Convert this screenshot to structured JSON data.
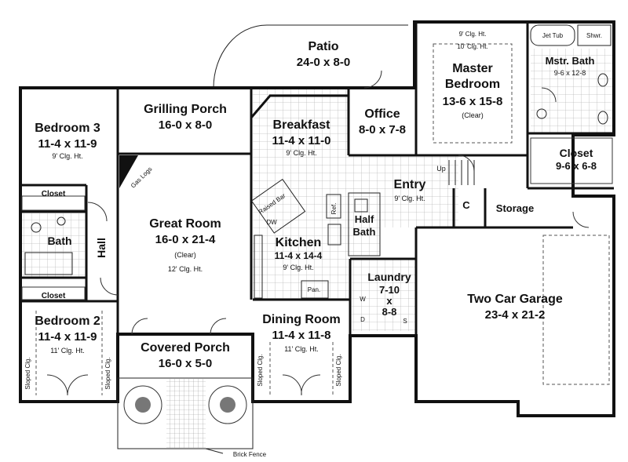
{
  "rooms": {
    "patio": {
      "name": "Patio",
      "dim": "24-0 x 8-0"
    },
    "grilling_porch": {
      "name": "Grilling Porch",
      "dim": "16-0 x 8-0"
    },
    "bedroom3": {
      "name": "Bedroom 3",
      "dim": "11-4 x 11-9",
      "note": "9' Clg. Ht."
    },
    "breakfast": {
      "name": "Breakfast",
      "dim": "11-4 x 11-0",
      "note": "9' Clg. Ht."
    },
    "office": {
      "name": "Office",
      "dim": "8-0 x 7-8"
    },
    "master": {
      "name1": "Master",
      "name2": "Bedroom",
      "dim": "13-6 x 15-8",
      "note": "(Clear)",
      "clg1": "9' Clg. Ht.",
      "clg2": "10' Clg. Ht."
    },
    "mstr_bath": {
      "name": "Mstr. Bath",
      "dim": "9-6 x 12-8",
      "jet_tub": "Jet Tub",
      "shower": "Shwr."
    },
    "closet_master": {
      "name": "Closet",
      "dim": "9-6 x 6-8"
    },
    "entry": {
      "name": "Entry",
      "note": "9' Clg. Ht.",
      "up": "Up"
    },
    "coat": {
      "name": "C"
    },
    "storage": {
      "name": "Storage"
    },
    "great_room": {
      "name": "Great Room",
      "dim": "16-0 x 21-4",
      "note1": "(Clear)",
      "note2": "12' Clg. Ht.",
      "gas_logs": "Gas Logs"
    },
    "kitchen": {
      "name": "Kitchen",
      "dim": "11-4 x 14-4",
      "note": "9' Clg. Ht.",
      "raised_bar": "Raised Bar",
      "dw": "DW",
      "ref": "Ref.",
      "pan": "Pan."
    },
    "half_bath": {
      "name1": "Half",
      "name2": "Bath"
    },
    "laundry": {
      "name": "Laundry",
      "dim1": "7-10",
      "dim2": "x",
      "dim3": "8-8",
      "w": "W",
      "d": "D",
      "s": "S"
    },
    "garage": {
      "name": "Two Car Garage",
      "dim": "23-4 x 21-2"
    },
    "closet_b3": {
      "name": "Closet"
    },
    "bath": {
      "name": "Bath"
    },
    "hall": {
      "name": "Hall"
    },
    "closet_b2": {
      "name": "Closet"
    },
    "bedroom2": {
      "name": "Bedroom 2",
      "dim": "11-4 x 11-9",
      "note": "11' Clg. Ht.",
      "sloped": "Sloped Clg."
    },
    "covered_porch": {
      "name": "Covered Porch",
      "dim": "16-0 x 5-0"
    },
    "dining": {
      "name": "Dining Room",
      "dim": "11-4 x 11-8",
      "note": "11' Clg. Ht.",
      "sloped": "Sloped Clg."
    },
    "brick_fence": {
      "name": "Brick Fence"
    }
  }
}
